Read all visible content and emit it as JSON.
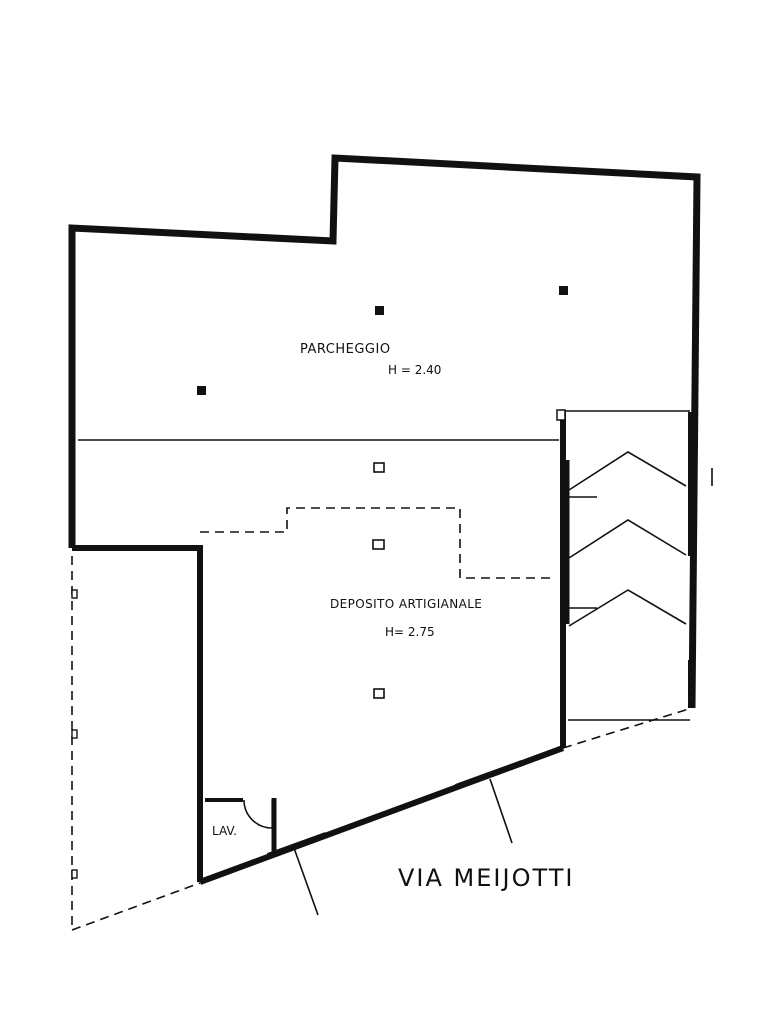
{
  "plan": {
    "rooms": [
      {
        "name": "PARCHEGGIO",
        "height": "H = 2.40"
      },
      {
        "name": "DEPOSITO ARTIGIANALE",
        "height": "H= 2.75"
      },
      {
        "name": "LAV."
      }
    ],
    "street": "VIA MEIJOTTI"
  }
}
